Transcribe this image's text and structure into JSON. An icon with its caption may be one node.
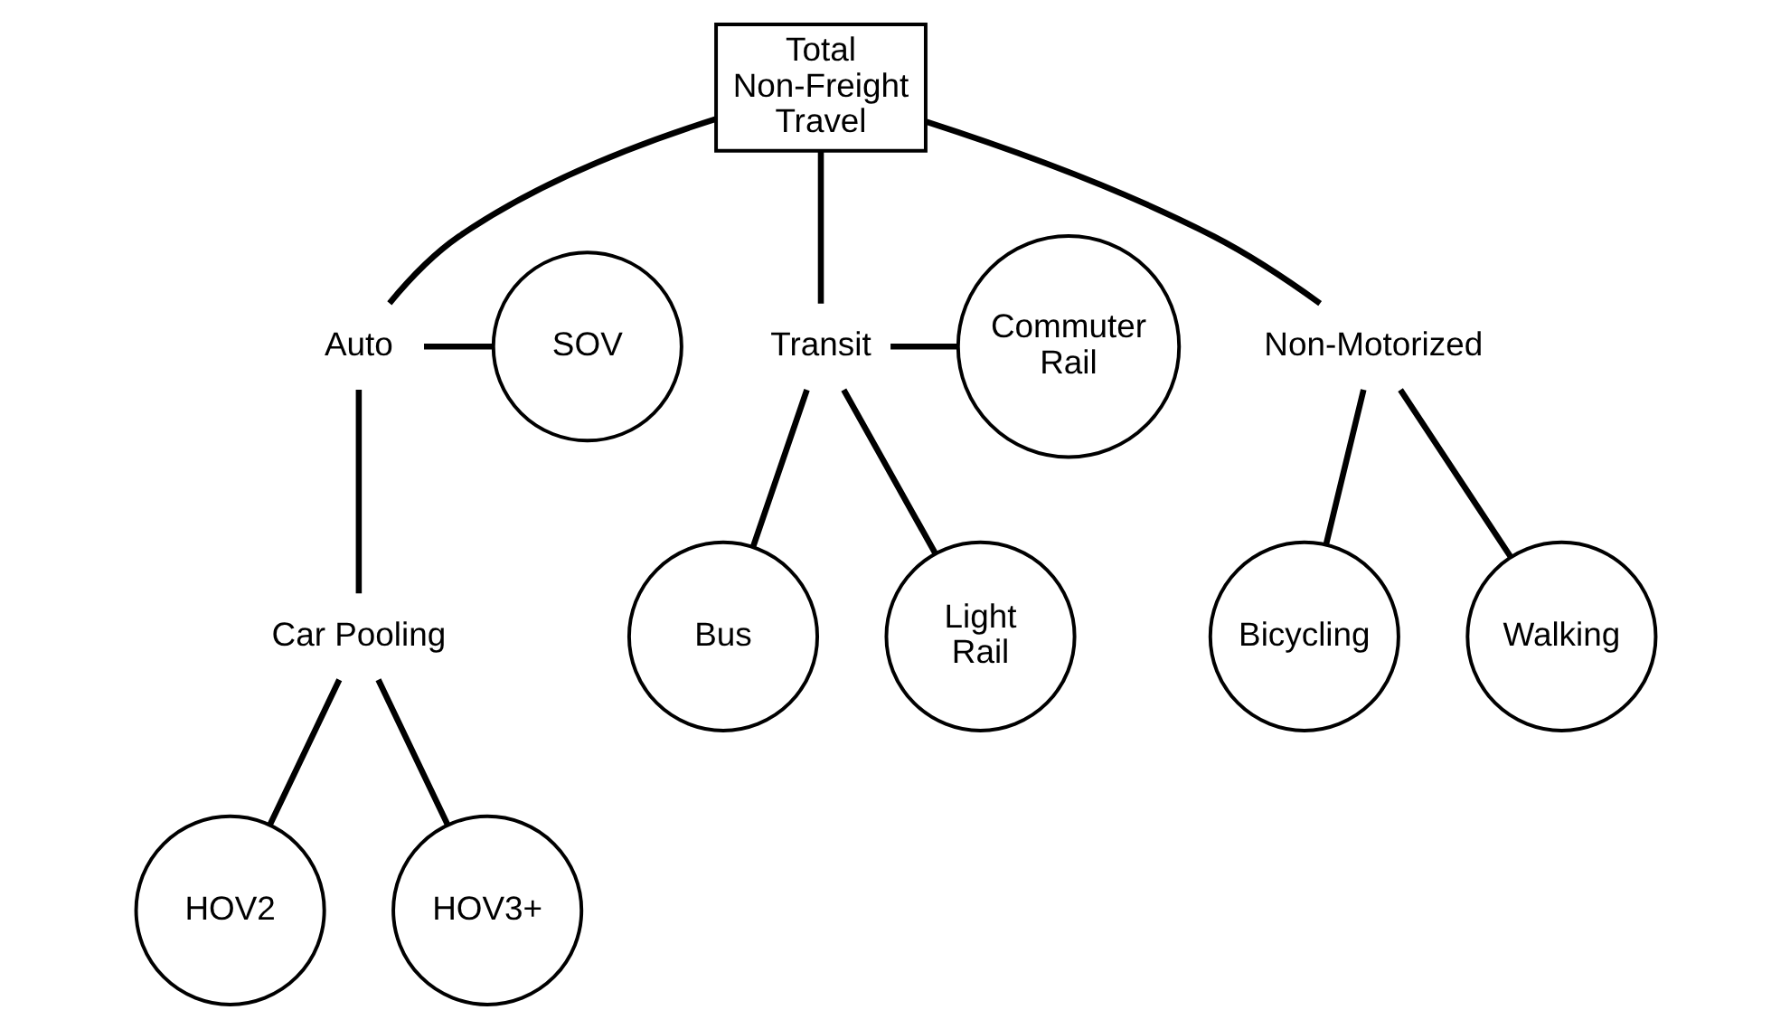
{
  "diagram": {
    "nodes": [
      {
        "text": [
          "Total Non-Freight Travel"
        ]
      },
      {
        "text": [
          "SOV"
        ]
      },
      {
        "text": [
          "Auto"
        ]
      },
      {
        "text": [
          "Transit"
        ]
      },
      {
        "text": [
          "Commuter Rail"
        ]
      },
      {
        "text": [
          "Car Pooling"
        ]
      },
      {
        "text": [
          "Non-Motorized"
        ]
      },
      {
        "text": [
          "HOV2"
        ]
      },
      {
        "text": [
          "HOV3+"
        ]
      },
      {
        "text": [
          "Bus"
        ]
      },
      {
        "text": [
          "Light Rail"
        ]
      },
      {
        "text": [
          "Bicycling"
        ]
      },
      {
        "text": [
          "Walking"
        ]
      }
    ],
    "edges": [
      {
        "from": 0,
        "to": 2,
        "arrow": "none"
      },
      {
        "from": 0,
        "to": 6,
        "arrow": "none"
      },
      {
        "from": 0,
        "to": 3,
        "arrow": "none"
      },
      {
        "from": 2,
        "to": 1,
        "arrow": "none"
      },
      {
        "from": 2,
        "to": 5,
        "arrow": "none"
      },
      {
        "from": 5,
        "to": 7,
        "arrow": "none"
      },
      {
        "from": 5,
        "to": 8,
        "arrow": "none"
      },
      {
        "from": 6,
        "to": 11,
        "arrow": "none"
      },
      {
        "from": 6,
        "to": 12,
        "arrow": "none"
      },
      {
        "from": 3,
        "to": 4,
        "arrow": "none"
      },
      {
        "from": 3,
        "to": 9,
        "arrow": "none"
      },
      {
        "from": 3,
        "to": 10,
        "arrow": "none"
      }
    ]
  }
}
